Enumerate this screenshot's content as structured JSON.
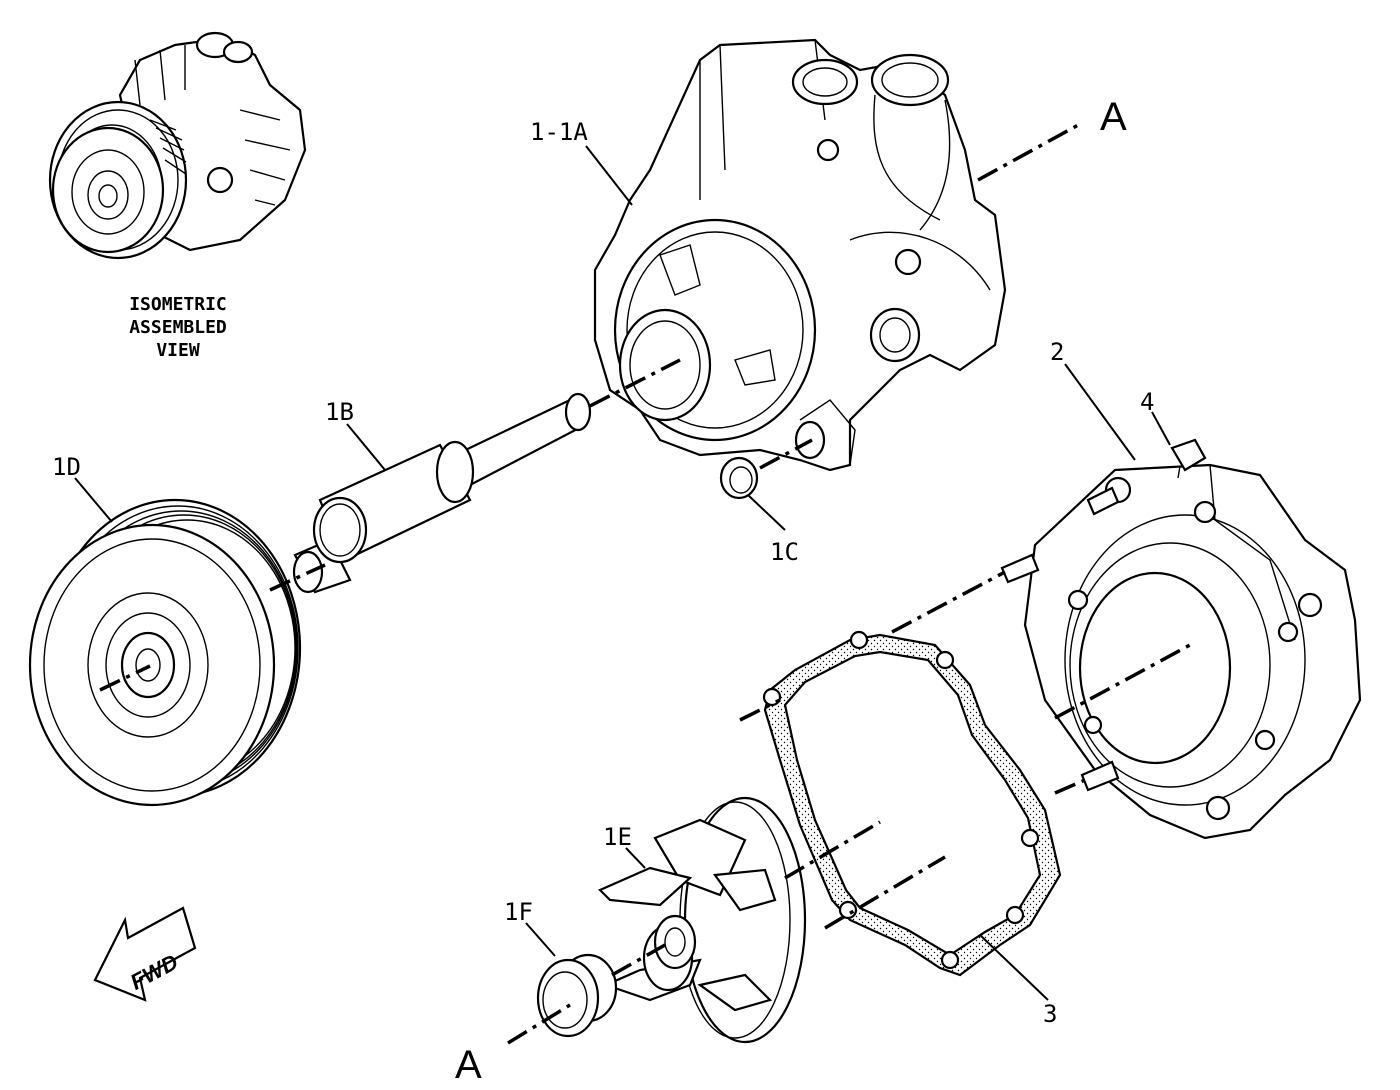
{
  "labels": {
    "p1_1a": "1-1A",
    "p1b": "1B",
    "p1c": "1C",
    "p1d": "1D",
    "p1e": "1E",
    "p1f": "1F",
    "p2": "2",
    "p3": "3",
    "p4": "4",
    "ref_a_top": "A",
    "ref_a_bottom": "A"
  },
  "isometric_caption": [
    "ISOMETRIC",
    "ASSEMBLED",
    "VIEW"
  ],
  "direction_arrow": "FWD"
}
